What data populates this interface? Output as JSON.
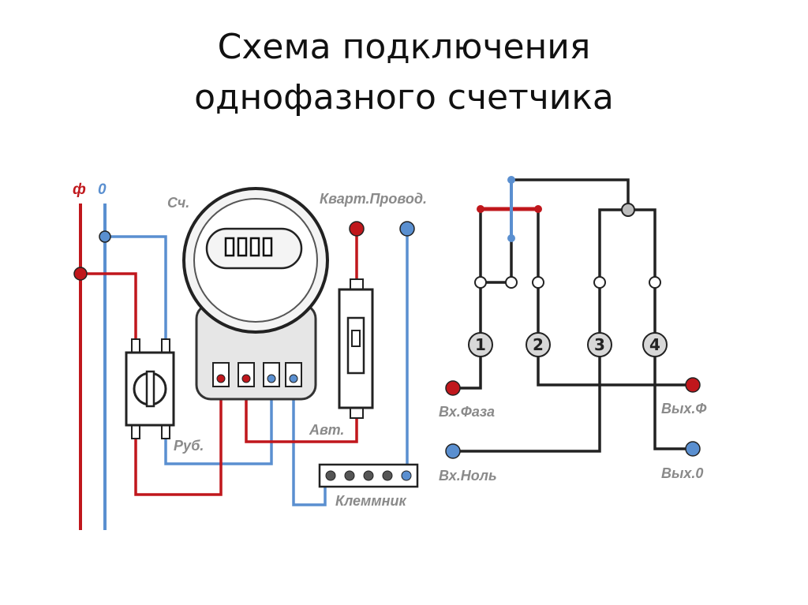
{
  "title": {
    "line1": "Схема подключения",
    "line2": "однофазного счетчика"
  },
  "left_diagram": {
    "phase_label": "ф",
    "neutral_label": "0",
    "meter_label": "Сч.",
    "apartment_label": "Кварт.Провод.",
    "switch_label": "Руб.",
    "breaker_label": "Авт.",
    "terminal_block_label": "Клеммник"
  },
  "right_diagram": {
    "terminals": [
      "1",
      "2",
      "3",
      "4"
    ],
    "in_phase_label": "Вх.Фаза",
    "in_neutral_label": "Вх.Ноль",
    "out_phase_label": "Вых.Ф",
    "out_neutral_label": "Вых.0"
  },
  "colors": {
    "phase_wire": "#c0171c",
    "neutral_wire": "#5a8fd0",
    "dark_wire": "#222222",
    "label_gray": "#8a8a8a"
  }
}
